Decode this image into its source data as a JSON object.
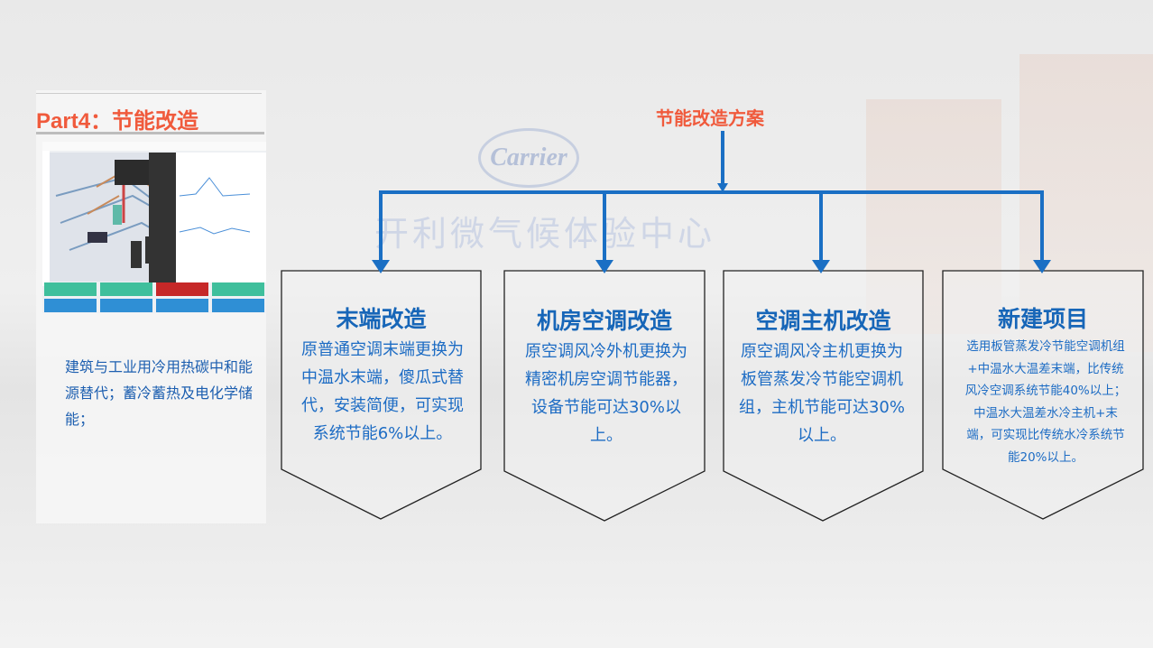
{
  "panel": {
    "title": "Part4：节能改造",
    "description": "建筑与工业用冷用热碳中和能源替代；蓄冷蓄热及电化学储能；"
  },
  "diagram": {
    "root": "节能改造方案",
    "boxes": [
      {
        "heading": "末端改造",
        "body": "原普通空调末端更换为中温水末端，傻瓜式替代，安装简便，可实现系统节能6%以上。"
      },
      {
        "heading": "机房空调改造",
        "body": "原空调风冷外机更换为精密机房空调节能器，设备节能可达30%以上。"
      },
      {
        "heading": "空调主机改造",
        "body": "原空调风冷主机更换为板管蒸发冷节能空调机组，主机节能可达30%以上。"
      },
      {
        "heading": "新建项目",
        "body": "选用板管蒸发冷节能空调机组+中温水大温差末端，比传统风冷空调系统节能40%以上；中温水大温差水冷主机+末端，可实现比传统水冷系统节能20%以上。"
      }
    ]
  },
  "background": {
    "logo": "Carrier",
    "sign": "开利微气候体验中心"
  },
  "colors": {
    "accent": "#f05a3c",
    "blue": "#1a6fc4"
  }
}
